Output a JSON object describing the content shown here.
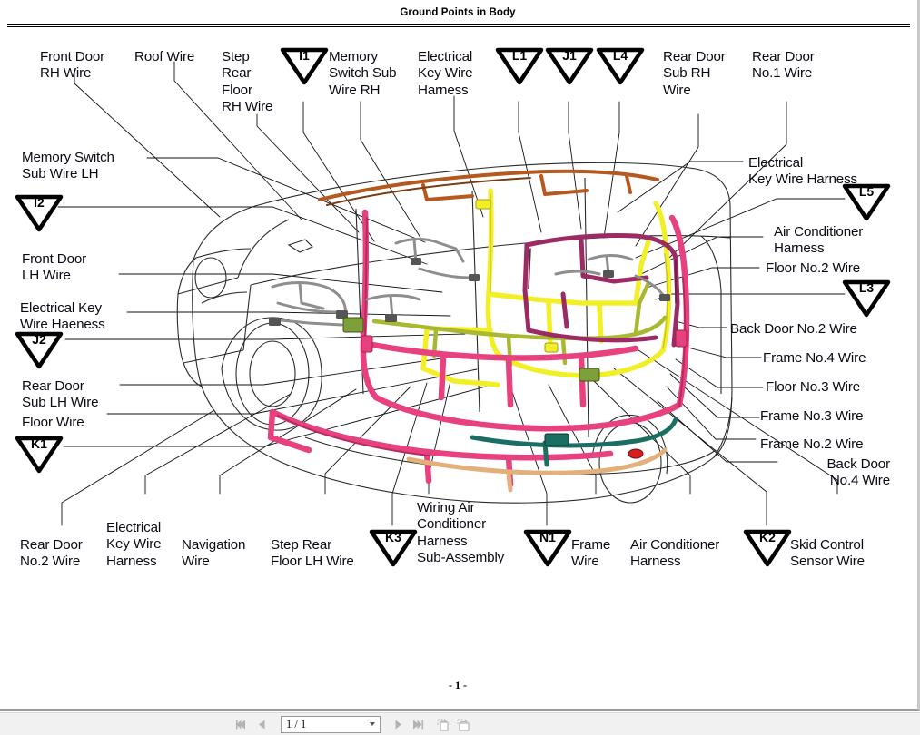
{
  "document": {
    "header_title": "Ground Points in Body",
    "page_number_footer": "- 1 -"
  },
  "figure": {
    "description": "Exploded isometric line drawing of an SUV body showing routed wiring harnesses in magenta, yellow, olive, purple, teal and tan, with leader lines to named harness callouts.",
    "labels": [
      {
        "id": "front-door-rh-wire",
        "text": "Front Door\nRH Wire"
      },
      {
        "id": "roof-wire",
        "text": "Roof Wire"
      },
      {
        "id": "step-rear-floor-rh-wire",
        "text": "Step\nRear\nFloor\nRH Wire"
      },
      {
        "id": "memory-switch-sub-wire-rh",
        "text": "Memory\nSwitch Sub\nWire RH"
      },
      {
        "id": "electrical-key-wire-harness-top",
        "text": "Electrical\nKey Wire\nHarness"
      },
      {
        "id": "rear-door-sub-rh-wire",
        "text": "Rear Door\nSub RH\nWire"
      },
      {
        "id": "rear-door-no1-wire",
        "text": "Rear Door\nNo.1 Wire"
      },
      {
        "id": "memory-switch-sub-wire-lh",
        "text": "Memory Switch\nSub Wire LH"
      },
      {
        "id": "front-door-lh-wire",
        "text": "Front Door\nLH Wire"
      },
      {
        "id": "electrical-key-wire-haeness",
        "text": "Electrical Key\nWire Haeness"
      },
      {
        "id": "rear-door-sub-lh-wire",
        "text": "Rear Door\nSub LH Wire"
      },
      {
        "id": "floor-wire",
        "text": "Floor Wire"
      },
      {
        "id": "electrical-key-wire-harness-right",
        "text": "Electrical\nKey Wire Harness"
      },
      {
        "id": "air-conditioner-harness-right",
        "text": "Air Conditioner\nHarness"
      },
      {
        "id": "floor-no2-wire",
        "text": "Floor No.2 Wire"
      },
      {
        "id": "back-door-no2-wire",
        "text": "Back Door No.2 Wire"
      },
      {
        "id": "frame-no4-wire",
        "text": "Frame No.4 Wire"
      },
      {
        "id": "floor-no3-wire",
        "text": "Floor No.3 Wire"
      },
      {
        "id": "frame-no3-wire",
        "text": "Frame No.3 Wire"
      },
      {
        "id": "frame-no2-wire",
        "text": "Frame No.2 Wire"
      },
      {
        "id": "back-door-no4-wire",
        "text": "Back Door\nNo.4 Wire"
      },
      {
        "id": "rear-door-no2-wire",
        "text": "Rear Door\nNo.2 Wire"
      },
      {
        "id": "electrical-key-wire-harness-bottom",
        "text": "Electrical\nKey Wire\nHarness"
      },
      {
        "id": "navigation-wire",
        "text": "Navigation\nWire"
      },
      {
        "id": "step-rear-floor-lh-wire",
        "text": "Step Rear\nFloor LH Wire"
      },
      {
        "id": "wiring-air-conditioner-harness-sub-assembly",
        "text": "Wiring Air\nConditioner\nHarness\nSub-Assembly"
      },
      {
        "id": "frame-wire",
        "text": "Frame\nWire"
      },
      {
        "id": "air-conditioner-harness-bottom",
        "text": "Air Conditioner\nHarness"
      },
      {
        "id": "skid-control-sensor-wire",
        "text": "Skid Control\nSensor Wire"
      }
    ],
    "ground_points": [
      {
        "id": "I1",
        "text": "I1"
      },
      {
        "id": "L1",
        "text": "L1"
      },
      {
        "id": "J1",
        "text": "J1"
      },
      {
        "id": "L4",
        "text": "L4"
      },
      {
        "id": "I2",
        "text": "I2"
      },
      {
        "id": "J2",
        "text": "J2"
      },
      {
        "id": "K1",
        "text": "K1"
      },
      {
        "id": "L5",
        "text": "L5"
      },
      {
        "id": "L3",
        "text": "L3"
      },
      {
        "id": "K3",
        "text": "K3"
      },
      {
        "id": "N1",
        "text": "N1"
      },
      {
        "id": "K2",
        "text": "K2"
      }
    ],
    "harness_colors": {
      "magenta": "#e8417f",
      "yellow": "#f2ef28",
      "olive": "#a8b830",
      "purple": "#9c2b63",
      "teal": "#1b6f62",
      "tan": "#e3b07b",
      "brown": "#b5591f",
      "gray": "#8e8e8e",
      "outline": "#111111"
    }
  },
  "toolbar": {
    "first_page_label": "First page",
    "previous_page_label": "Previous page",
    "page_indicator": "1 / 1",
    "page_options": [
      "1 / 1"
    ],
    "next_page_label": "Next page",
    "last_page_label": "Last page",
    "fit_page_label": "Fit page",
    "fit_width_label": "Fit width"
  }
}
